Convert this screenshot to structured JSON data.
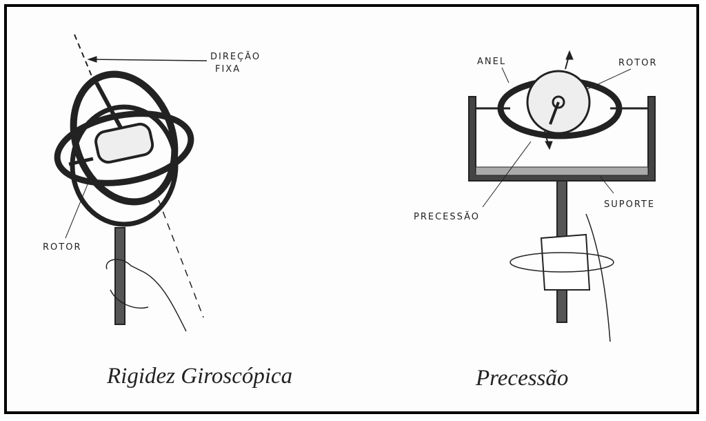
{
  "left": {
    "caption": "Rigidez Giroscópica",
    "labels": {
      "direction_line1": "DIREÇÃO",
      "direction_line2": "FIXA",
      "rotor": "ROTOR"
    }
  },
  "right": {
    "caption": "Precessão",
    "labels": {
      "ring": "ANEL",
      "rotor": "ROTOR",
      "precession": "PRECESSÃO",
      "support": "SUPORTE"
    }
  }
}
